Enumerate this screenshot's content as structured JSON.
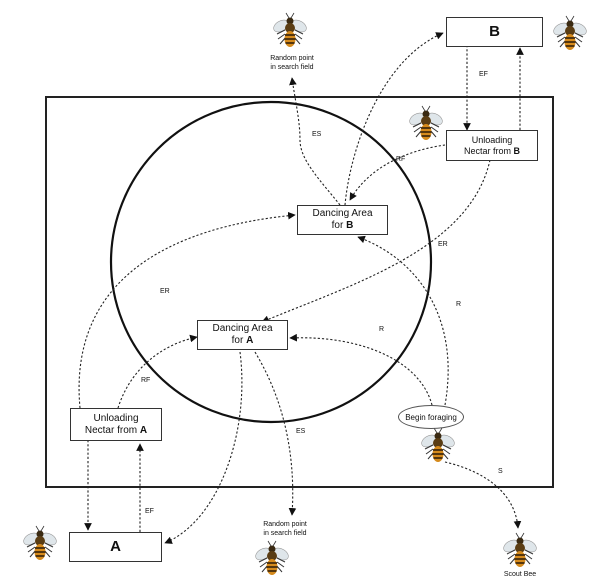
{
  "nodes": {
    "b_label": "B",
    "a_label": "A",
    "unload_b_line1": "Unloading",
    "unload_b_line2": "Nectar from",
    "unload_b_suffix": "B",
    "unload_a_line1": "Unloading",
    "unload_a_line2": "Nectar from",
    "unload_a_suffix": "A",
    "dance_b_line1": "Dancing Area",
    "dance_b_line2": "for",
    "dance_b_suffix": "B",
    "dance_a_line1": "Dancing Area",
    "dance_a_line2": "for",
    "dance_a_suffix": "A",
    "begin_foraging": "Begin foraging",
    "random_top_line1": "Random point",
    "random_top_line2": "in search field",
    "random_bottom_line1": "Random point",
    "random_bottom_line2": "in search field",
    "scout_bee": "Scout Bee"
  },
  "edge_labels": {
    "es_top": "ES",
    "ef_top": "EF",
    "rf_top": "RF",
    "er_right": "ER",
    "er_left": "ER",
    "rf_left": "RF",
    "r_mid": "R",
    "r_right": "R",
    "es_bottom": "ES",
    "ef_bottom": "EF",
    "s": "S"
  },
  "icons": [
    "bee-icon"
  ]
}
